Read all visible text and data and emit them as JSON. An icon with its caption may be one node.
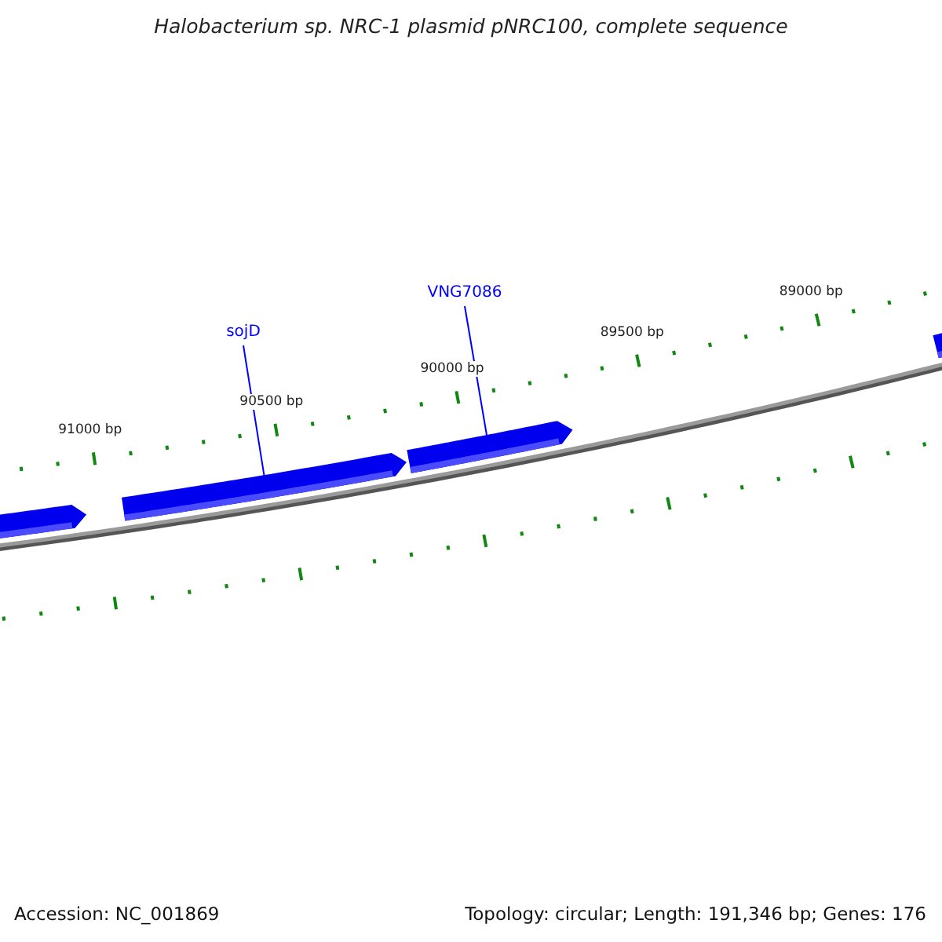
{
  "diagram": {
    "title": "Halobacterium sp. NRC-1 plasmid pNRC100, complete sequence",
    "nodes": [
      {
        "text": [
          "sojD"
        ]
      },
      {
        "text": [
          "VNG7086"
        ]
      },
      {
        "text": [],
        "shape": "bar"
      },
      {
        "text": [],
        "shape": "bar"
      },
      {
        "text": [],
        "shape": "bar"
      },
      {
        "text": [],
        "shape": "bar"
      }
    ],
    "edges": [
      {
        "from": 0,
        "to": 3,
        "arrow": "none",
        "color": "#0000ff"
      },
      {
        "from": 1,
        "to": 4,
        "arrow": "none",
        "color": "#0000ff"
      }
    ],
    "labels": [
      "89000 bp",
      "89500 bp",
      "90000 bp",
      "90500 bp",
      "91000 bp",
      "Accession: NC_001869",
      "Topology: circular; Length: 191,346 bp; Genes: 176"
    ]
  }
}
